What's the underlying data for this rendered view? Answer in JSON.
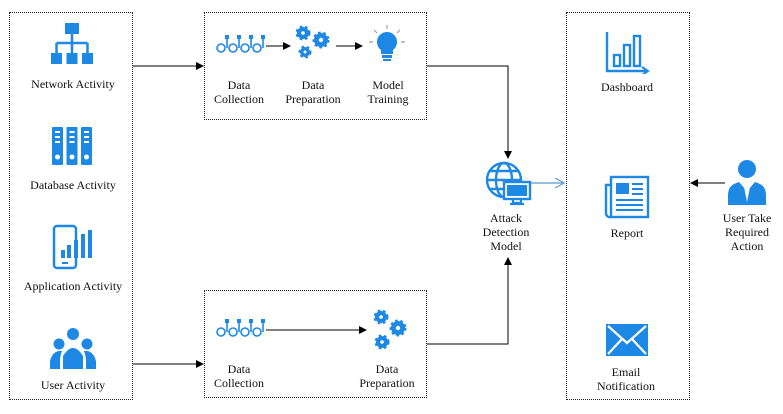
{
  "sources": {
    "network": "Network Activity",
    "database": "Database Activity",
    "application": "Application Activity",
    "user": "User Activity"
  },
  "training_pipeline": {
    "collection": [
      "Data",
      "Collection"
    ],
    "preparation": [
      "Data",
      "Preparation"
    ],
    "training": [
      "Model",
      "Training"
    ]
  },
  "live_pipeline": {
    "collection": [
      "Data",
      "Collection"
    ],
    "preparation": [
      "Data",
      "Preparation"
    ]
  },
  "model": [
    "Attack",
    "Detection",
    "Model"
  ],
  "outputs": {
    "dashboard": "Dashboard",
    "report": "Report",
    "email": [
      "Email",
      "Notification"
    ]
  },
  "actor": [
    "User Take",
    "Required",
    "Action"
  ],
  "colors": {
    "icon": "#1e88e5",
    "line": "#000000",
    "arrow_to_outputs": "#5b9bd5"
  }
}
